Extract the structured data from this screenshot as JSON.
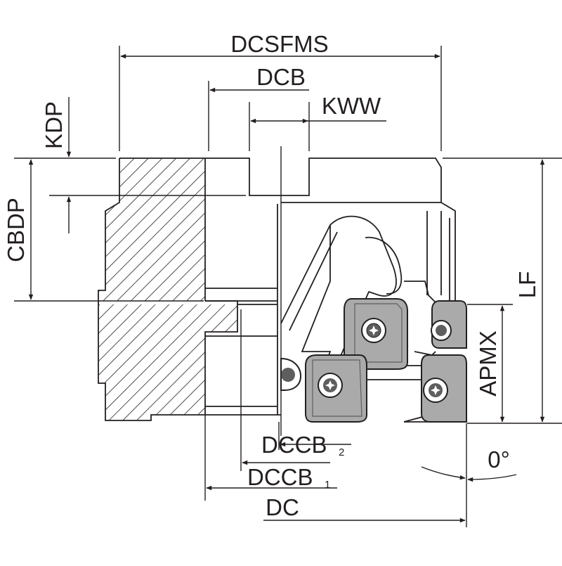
{
  "diagram": {
    "labels": {
      "dcsfms": "DCSFMS",
      "dcb": "DCB",
      "kww": "KWW",
      "kdp": "KDP",
      "cbdp": "CBDP",
      "lf": "LF",
      "apmx": "APMX",
      "dccb2": "DCCB",
      "dccb2_sub": "2",
      "dccb1": "DCCB",
      "dccb1_sub": "1",
      "dc": "DC",
      "angle": "0°"
    },
    "colors": {
      "line": "#231f20",
      "body_fill": "#ffffff",
      "insert_fill": "#aaaaaa",
      "insert_dark": "#5e5e5e",
      "background": "#ffffff"
    }
  }
}
